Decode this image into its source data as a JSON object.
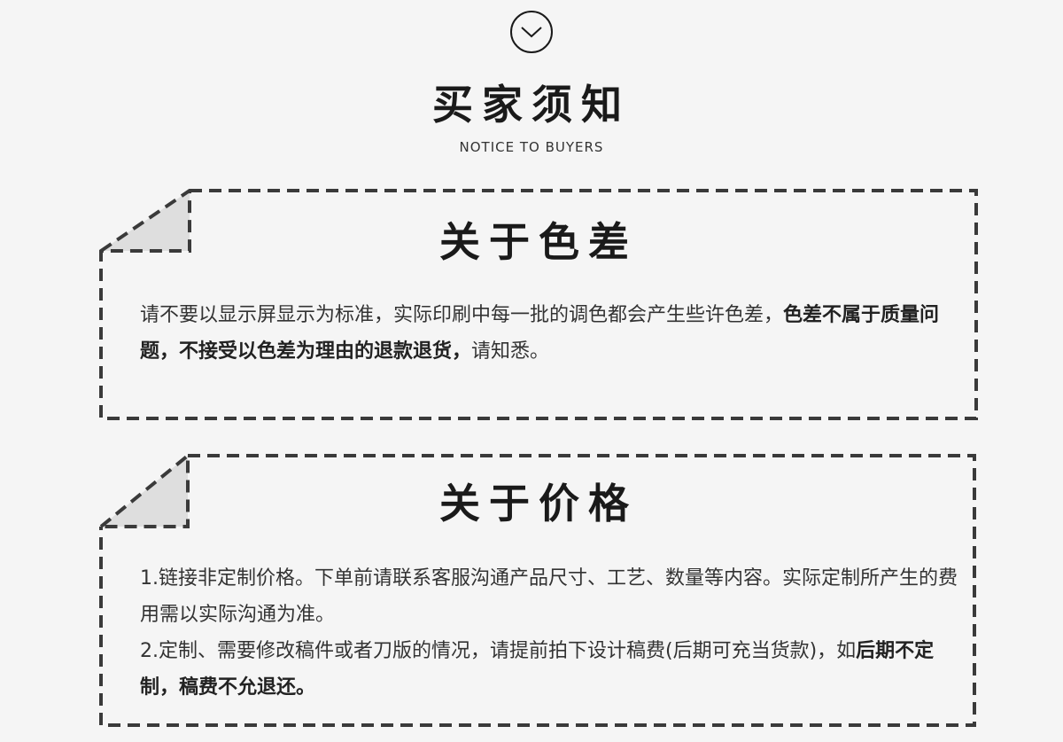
{
  "header": {
    "title": "买家须知",
    "subtitle": "NOTICE TO BUYERS"
  },
  "color_card": {
    "title": "关于色差",
    "text_normal_1": "请不要以显示屏显示为标准，实际印刷中每一批的调色都会产生些许色差，",
    "text_bold": "色差不属于质量问题，不接受以色差为理由的退款退货，",
    "text_normal_2": "请知悉。"
  },
  "price_card": {
    "title": "关于价格",
    "item1": "1.链接非定制价格。下单前请联系客服沟通产品尺寸、工艺、数量等内容。实际定制所产生的费用需以实际沟通为准。",
    "item2_normal": "2.定制、需要修改稿件或者刀版的情况，请提前拍下设计稿费(后期可充当货款)，如",
    "item2_bold": "后期不定制，稿费不允退还。"
  },
  "colors": {
    "background": "#f5f5f5",
    "text": "#1a1a1a",
    "dash_border": "#3a3a3a",
    "corner_fill": "#dedede"
  },
  "icons": {
    "top": "chevron-down-circle-icon"
  }
}
